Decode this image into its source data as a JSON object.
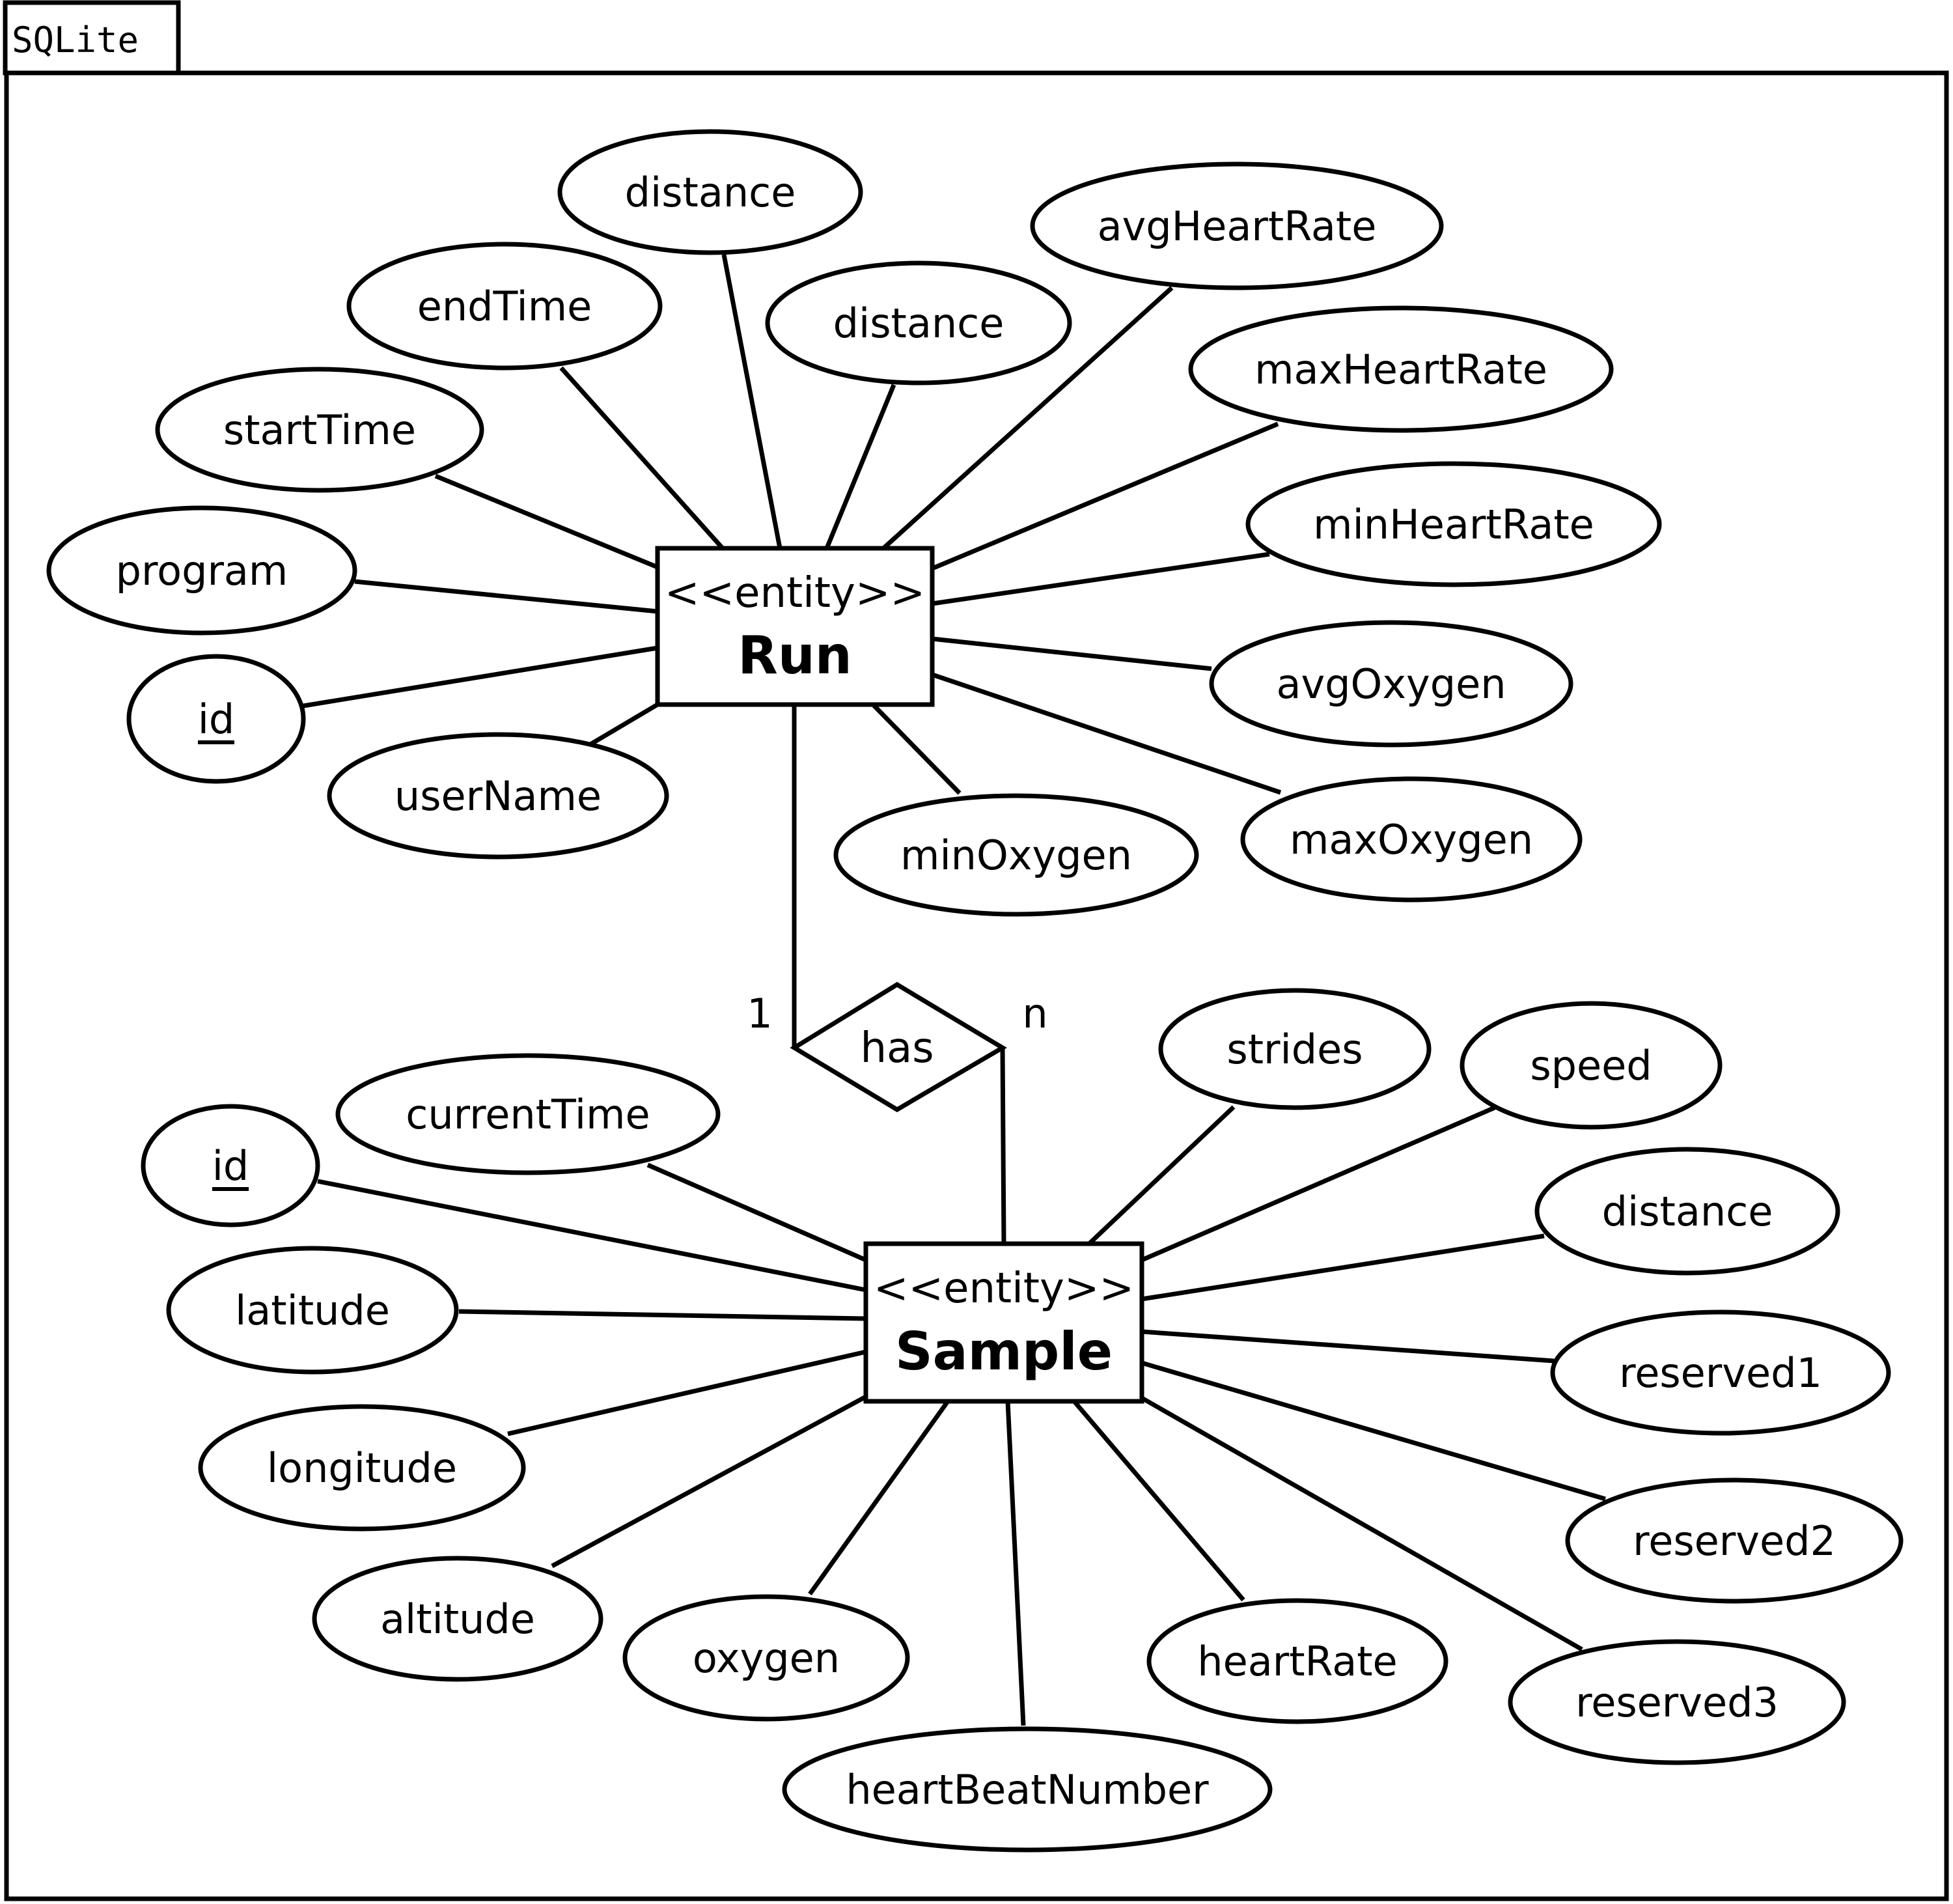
{
  "package": {
    "name": "SQLite"
  },
  "entities": {
    "run": {
      "stereotype": "<<entity>>",
      "name": "Run",
      "attributes": [
        {
          "label": "distance",
          "key": false
        },
        {
          "label": "endTime",
          "key": false
        },
        {
          "label": "distance",
          "key": false
        },
        {
          "label": "avgHeartRate",
          "key": false
        },
        {
          "label": "startTime",
          "key": false
        },
        {
          "label": "maxHeartRate",
          "key": false
        },
        {
          "label": "program",
          "key": false
        },
        {
          "label": "minHeartRate",
          "key": false
        },
        {
          "label": "id",
          "key": true
        },
        {
          "label": "avgOxygen",
          "key": false
        },
        {
          "label": "userName",
          "key": false
        },
        {
          "label": "minOxygen",
          "key": false
        },
        {
          "label": "maxOxygen",
          "key": false
        }
      ]
    },
    "sample": {
      "stereotype": "<<entity>>",
      "name": "Sample",
      "attributes": [
        {
          "label": "strides",
          "key": false
        },
        {
          "label": "speed",
          "key": false
        },
        {
          "label": "currentTime",
          "key": false
        },
        {
          "label": "id",
          "key": true
        },
        {
          "label": "distance",
          "key": false
        },
        {
          "label": "latitude",
          "key": false
        },
        {
          "label": "reserved1",
          "key": false
        },
        {
          "label": "longitude",
          "key": false
        },
        {
          "label": "reserved2",
          "key": false
        },
        {
          "label": "altitude",
          "key": false
        },
        {
          "label": "oxygen",
          "key": false
        },
        {
          "label": "heartRate",
          "key": false
        },
        {
          "label": "reserved3",
          "key": false
        },
        {
          "label": "heartBeatNumber",
          "key": false
        }
      ]
    }
  },
  "relationship": {
    "name": "has",
    "from_cardinality": "1",
    "to_cardinality": "n"
  }
}
